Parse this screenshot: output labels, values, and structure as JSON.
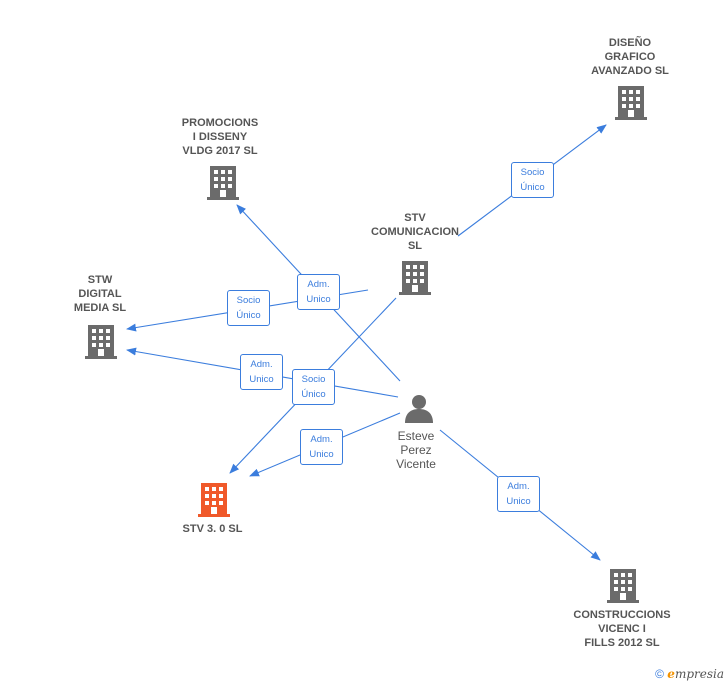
{
  "nodes": {
    "diseno": {
      "lines": [
        "DISEÑO",
        "GRAFICO",
        "AVANZADO  SL"
      ],
      "type": "company"
    },
    "promocions": {
      "lines": [
        "PROMOCIONS",
        "I DISSENY",
        "VLDG 2017  SL"
      ],
      "type": "company"
    },
    "stv_com": {
      "lines": [
        "STV",
        "COMUNICACION",
        "SL"
      ],
      "type": "company"
    },
    "stw": {
      "lines": [
        "STW",
        "DIGITAL",
        "MEDIA  SL"
      ],
      "type": "company"
    },
    "esteve": {
      "lines": [
        "Esteve",
        "Perez",
        "Vicente"
      ],
      "type": "person"
    },
    "stv30": {
      "lines": [
        "STV 3. 0  SL"
      ],
      "type": "focus"
    },
    "construccions": {
      "lines": [
        "CONSTRUCCIONS",
        "VICENC I",
        "FILLS 2012 SL"
      ],
      "type": "company"
    }
  },
  "edge_labels": {
    "stvcom_diseno": [
      "Socio",
      "Único"
    ],
    "esteve_promo": [
      "Adm.",
      "Unico"
    ],
    "stvcom_stw": [
      "Socio",
      "Único"
    ],
    "esteve_stw": [
      "Adm.",
      "Unico"
    ],
    "stvcom_stv30": [
      "Socio",
      "Único"
    ],
    "esteve_stv30": [
      "Adm.",
      "Unico"
    ],
    "esteve_constr": [
      "Adm.",
      "Unico"
    ]
  },
  "colors": {
    "edge": "#3b7ddd",
    "company_icon": "#6b6b6b",
    "focus_icon": "#f0592a",
    "person_icon": "#6b6b6b"
  },
  "footer": {
    "copyright": "©",
    "brand_first": "e",
    "brand_rest": "mpresia"
  }
}
